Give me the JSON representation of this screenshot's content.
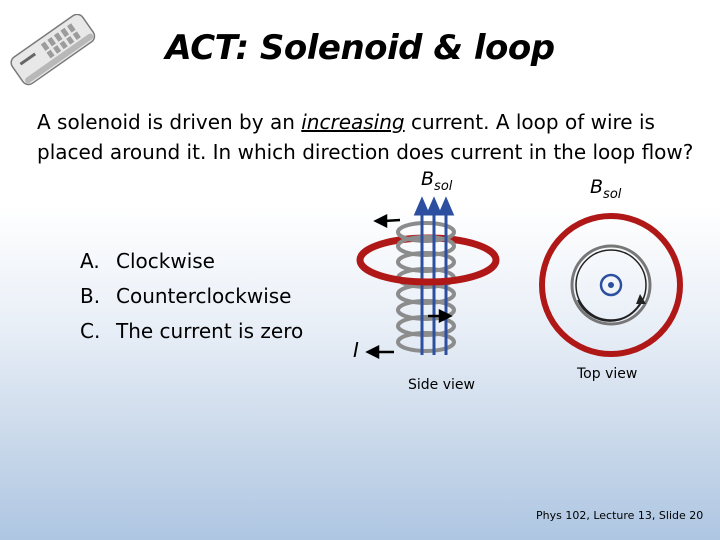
{
  "slide": {
    "title": "ACT: Solenoid & loop",
    "question_part1": "A solenoid is driven by an ",
    "question_emphasis": "increasing",
    "question_part2": " current. A loop of wire is placed around it. In which direction does current in the loop flow?",
    "answers": [
      {
        "letter": "A.",
        "text": "Clockwise"
      },
      {
        "letter": "B.",
        "text": "Counterclockwise"
      },
      {
        "letter": "C.",
        "text": "The current is zero"
      }
    ],
    "figure": {
      "bsol_main": "B",
      "bsol_sub": "sol",
      "current_label": "I",
      "side_view_label": "Side view",
      "top_view_label": "Top view"
    },
    "footer": "Phys 102, Lecture 13, Slide 20",
    "colors": {
      "loop": "#b01818",
      "field_lines": "#2d4fa0",
      "coil": "#8a8a8a"
    }
  }
}
